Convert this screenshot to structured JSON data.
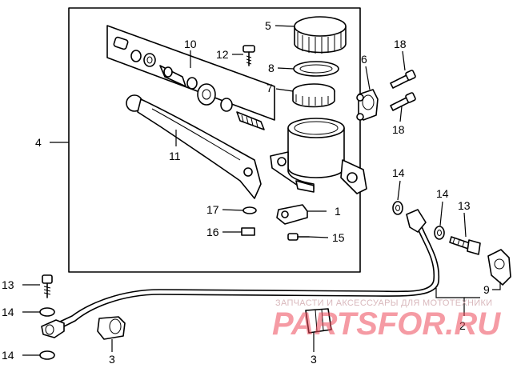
{
  "callouts": {
    "c1": "1",
    "c2": "2",
    "c3a": "3",
    "c3b": "3",
    "c4": "4",
    "c5": "5",
    "c6": "6",
    "c7": "7",
    "c8": "8",
    "c9": "9",
    "c10": "10",
    "c11": "11",
    "c12": "12",
    "c13a": "13",
    "c13b": "13",
    "c14a": "14",
    "c14b": "14",
    "c14c": "14",
    "c14d": "14",
    "c15": "15",
    "c16": "16",
    "c17": "17",
    "c18a": "18",
    "c18b": "18"
  },
  "watermark": {
    "tagline": "ЗАПЧАСТИ И АКСЕССУАРЫ ДЛЯ МОТОТЕХНИКИ",
    "logo": "PARTSFOR.RU"
  },
  "colors": {
    "ink": "#000000",
    "watermark_logo": "#ee4a5a",
    "watermark_text": "#d9b8bc",
    "background": "#ffffff"
  }
}
